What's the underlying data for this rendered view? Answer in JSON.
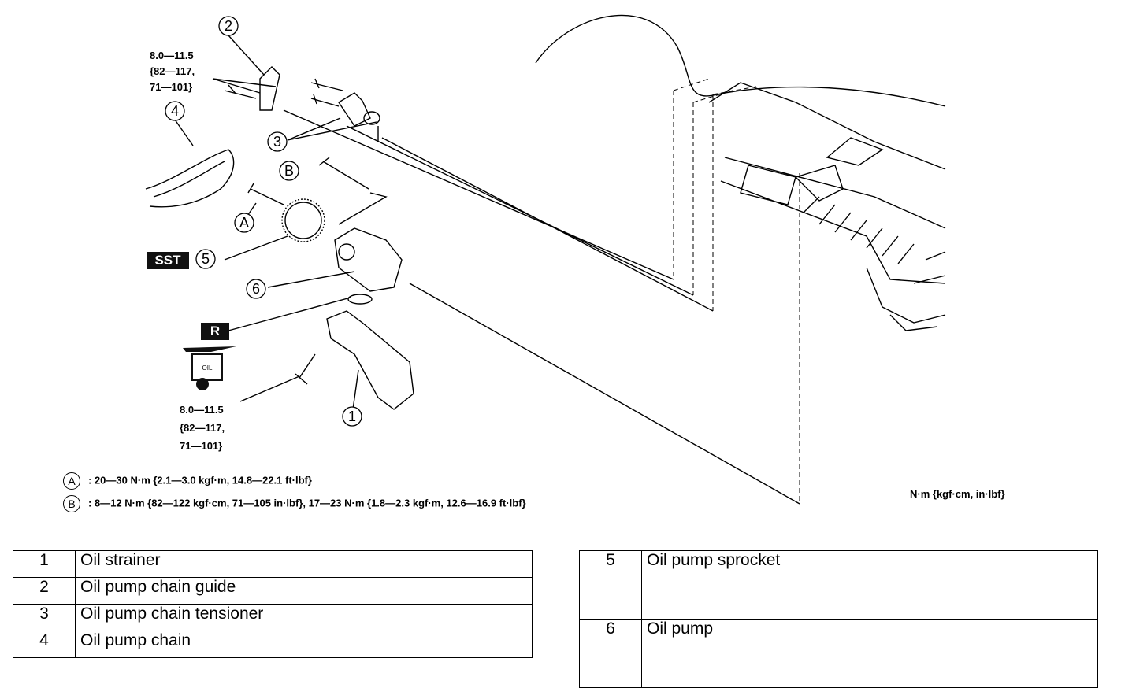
{
  "callouts": [
    {
      "id": "1",
      "text": "1"
    },
    {
      "id": "2",
      "text": "2"
    },
    {
      "id": "3",
      "text": "3"
    },
    {
      "id": "4",
      "text": "4"
    },
    {
      "id": "5",
      "text": "5"
    },
    {
      "id": "6",
      "text": "6"
    },
    {
      "id": "A",
      "text": "A"
    },
    {
      "id": "B",
      "text": "B"
    }
  ],
  "torque_top": [
    "8.0—11.5",
    "{82—117,",
    "71—101}"
  ],
  "torque_bottom": [
    "8.0—11.5",
    "{82—117,",
    "71—101}"
  ],
  "badges": {
    "sst": "SST",
    "r": "R",
    "oil": "OIL"
  },
  "legend": {
    "a_symbol": "A",
    "a_text": ": 20—30 N·m {2.1—3.0 kgf·m, 14.8—22.1 ft·lbf}",
    "b_symbol": "B",
    "b_text": ": 8—12 N·m {82—122 kgf·cm, 71—105 in·lbf}, 17—23 N·m {1.8—2.3 kgf·m, 12.6—16.9 ft·lbf}",
    "units": "N·m {kgf·cm, in·lbf}"
  },
  "parts_left": [
    {
      "num": "1",
      "name": "Oil strainer"
    },
    {
      "num": "2",
      "name": "Oil pump chain guide"
    },
    {
      "num": "3",
      "name": "Oil pump chain tensioner"
    },
    {
      "num": "4",
      "name": "Oil pump chain"
    }
  ],
  "parts_right": [
    {
      "num": "5",
      "name": "Oil pump sprocket"
    },
    {
      "num": "6",
      "name": "Oil pump"
    }
  ]
}
